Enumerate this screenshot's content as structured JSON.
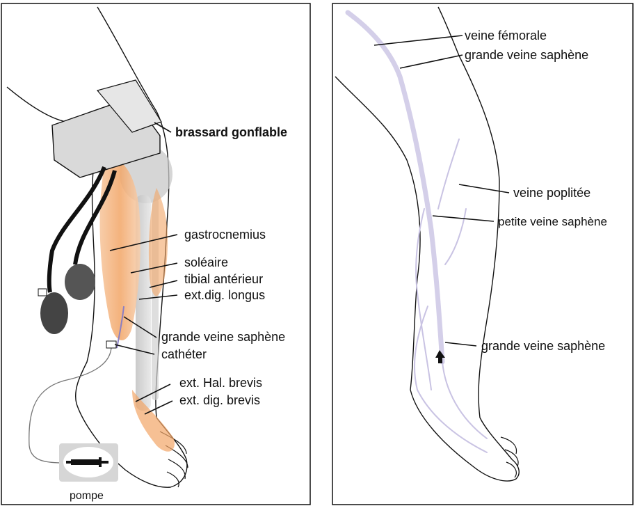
{
  "left_panel": {
    "labels": {
      "cuff": "brassard gonflable",
      "gastrocnemius": "gastrocnemius",
      "soleus": "soléaire",
      "tibialis": "tibial antérieur",
      "ext_dig_longus": "ext.dig. longus",
      "saphenous": "grande veine saphène",
      "catheter": "cathéter",
      "ext_hal_brevis": "ext. Hal. brevis",
      "ext_dig_brevis": "ext. dig. brevis",
      "pump": "pompe"
    }
  },
  "right_panel": {
    "labels": {
      "femoral": "veine fémorale",
      "great_saphenous_top": "grande veine saphène",
      "popliteal": "veine poplitée",
      "small_saphenous": "petite veine saphène",
      "great_saphenous_bottom": "grande veine saphène"
    }
  },
  "colors": {
    "muscle": "#f2a566",
    "vein": "#c9c3e3",
    "cuff": "#d9d9d9",
    "outline": "#111111"
  }
}
